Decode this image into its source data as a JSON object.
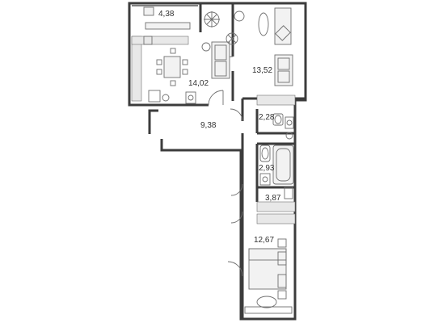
{
  "rooms": [
    {
      "id": "balcony",
      "area": "4,38"
    },
    {
      "id": "kitchen-living",
      "area": "14,02"
    },
    {
      "id": "living-room",
      "area": "13,52"
    },
    {
      "id": "hallway",
      "area": "9,38"
    },
    {
      "id": "bathroom",
      "area": "2,28"
    },
    {
      "id": "washroom",
      "area": "2,93"
    },
    {
      "id": "wardrobe",
      "area": "3,87"
    },
    {
      "id": "bedroom",
      "area": "12,67"
    }
  ]
}
